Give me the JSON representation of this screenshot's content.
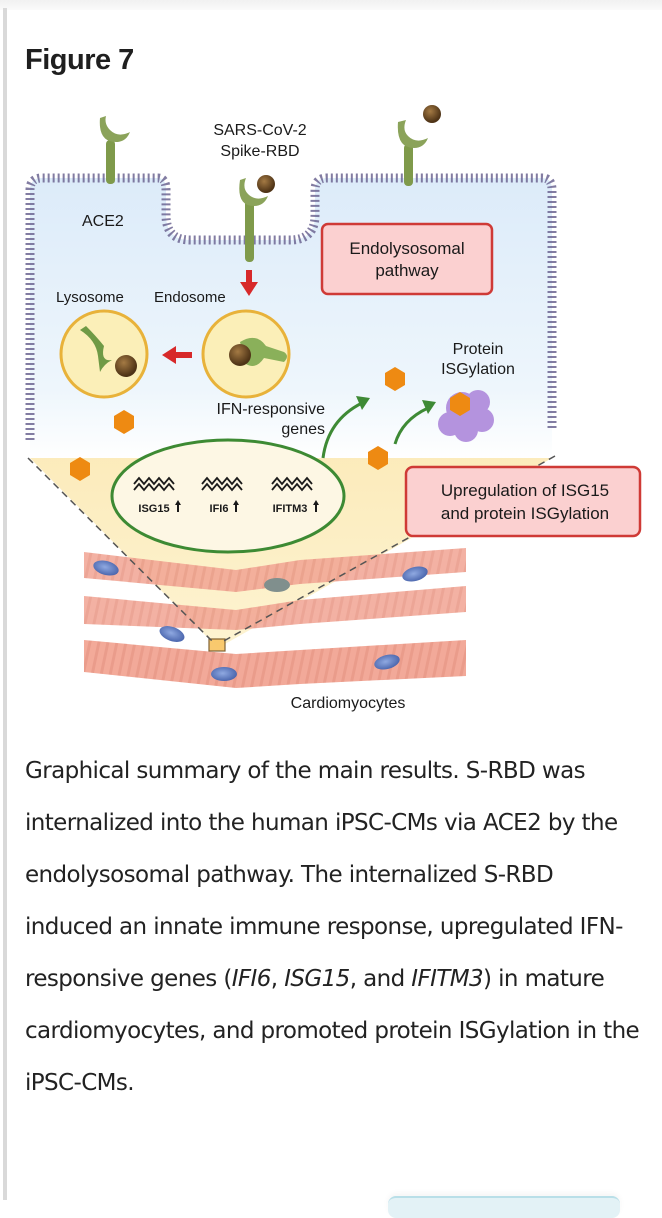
{
  "figure": {
    "title": "Figure 7"
  },
  "diagram": {
    "labels": {
      "virus_line1": "SARS-CoV-2",
      "virus_line2": "Spike-RBD",
      "receptor": "ACE2",
      "lysosome": "Lysosome",
      "endosome": "Endosome",
      "ifn_line1": "IFN-responsive",
      "ifn_line2": "genes",
      "protein_line1": "Protein",
      "protein_line2": "ISGylation",
      "cells": "Cardiomyocytes"
    },
    "callouts": {
      "endolysosomal_line1": "Endolysosomal",
      "endolysosomal_line2": "pathway",
      "upregulation_line1": "Upregulation of ISG15",
      "upregulation_line2": "and protein ISGylation"
    },
    "genes": [
      {
        "name": "ISG15",
        "arrow": "🠕"
      },
      {
        "name": "IFI6",
        "arrow": "🠕"
      },
      {
        "name": "IFITM3",
        "arrow": "🠕"
      }
    ],
    "colors": {
      "cell_interior": "#e3f0fb",
      "membrane": "#574f7d",
      "receptor": "#7f9a4b",
      "virus_particle": "#6b4a22",
      "vesicle": "#fbefb8",
      "vesicle_border": "#e8b23a",
      "arrow_red": "#d7292a",
      "arrow_green": "#3e8a35",
      "isg15_hexagon": "#ee8a12",
      "protein_blob": "#b493de",
      "callout_fill": "#fbd0d0",
      "callout_border": "#cf3a36",
      "nucleus_oval_border": "#3d8a33",
      "cardiomyocyte": "#f3a393",
      "nucleus": "#4c6bb3"
    }
  },
  "caption": {
    "segments": [
      {
        "text": "Graphical summary of the main results. S-RBD was internalized into the human iPSC-CMs via ACE2 by the endolysosomal pathway. The internalized S-RBD induced an innate immune response, upregulated IFN-responsive genes (",
        "italic": false
      },
      {
        "text": "IFI6",
        "italic": true
      },
      {
        "text": ", ",
        "italic": false
      },
      {
        "text": "ISG15",
        "italic": true
      },
      {
        "text": ", and ",
        "italic": false
      },
      {
        "text": "IFITM3",
        "italic": true
      },
      {
        "text": ") in mature cardiomyocytes, and promoted protein ISGylation in the iPSC-CMs.",
        "italic": false
      }
    ]
  }
}
